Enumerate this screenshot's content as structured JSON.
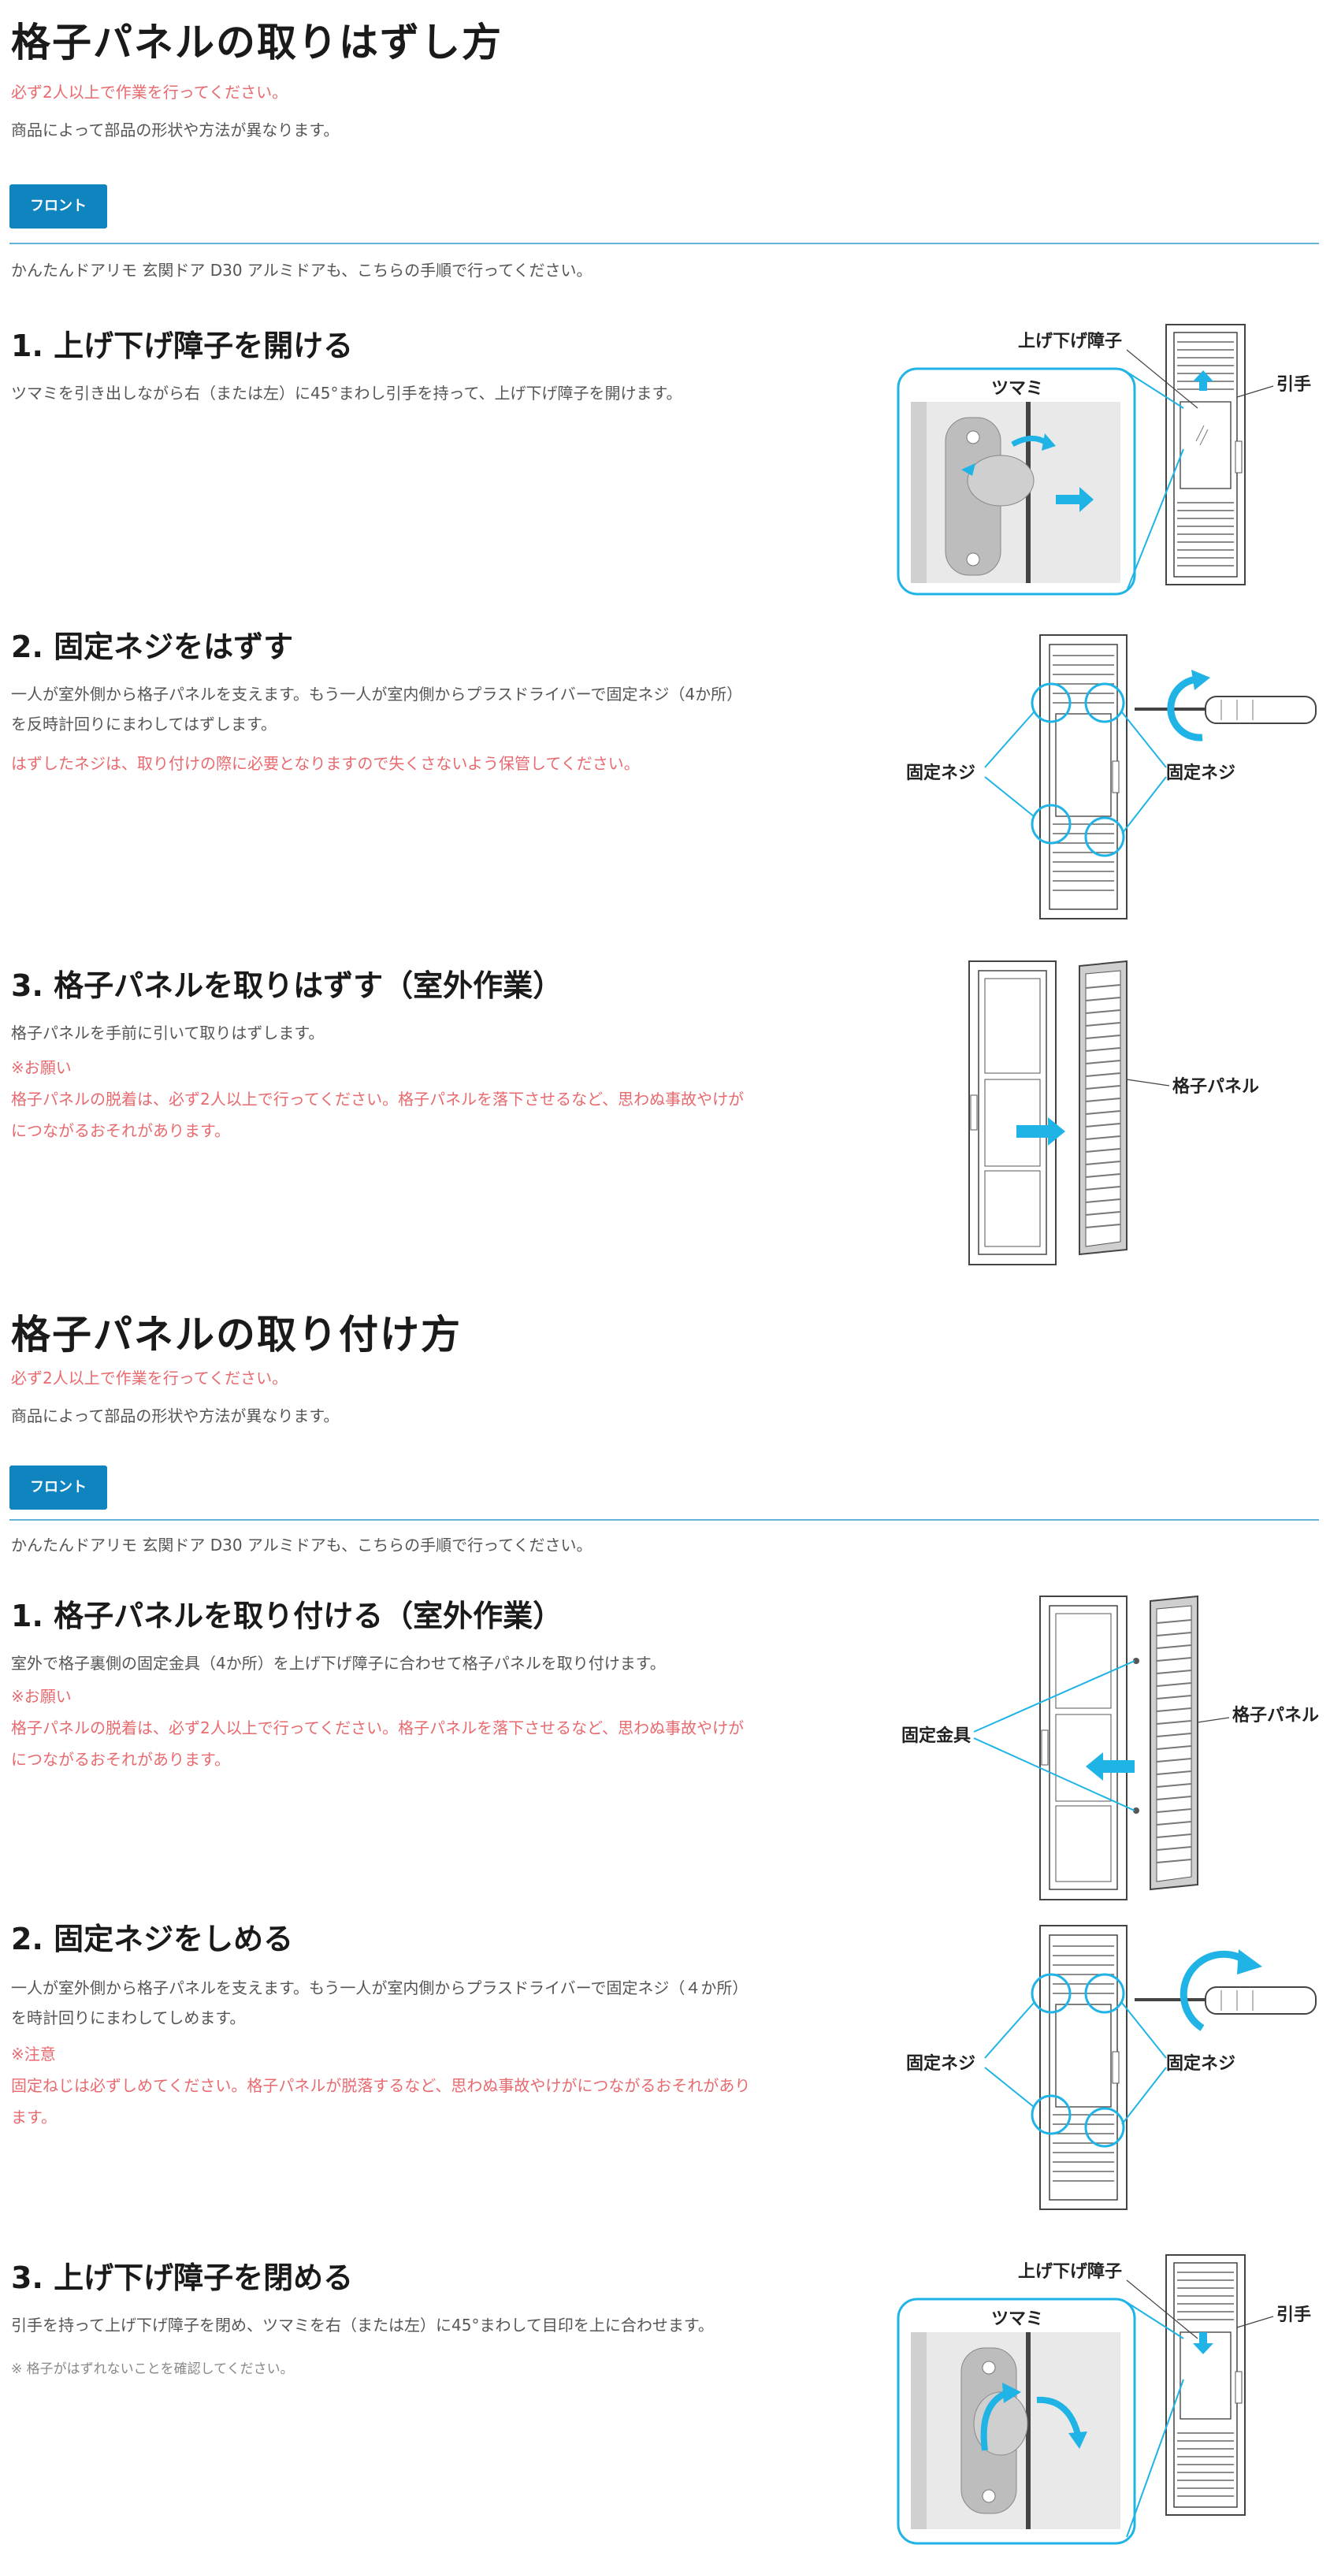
{
  "removal": {
    "title": "格子パネルの取りはずし方",
    "warning": "必ず2人以上で作業を行ってください。",
    "note": "商品によって部品の形状や方法が異なります。",
    "tab_label": "フロント",
    "applies_to": "かんたんドアリモ 玄関ドア D30 アルミドアも、こちらの手順で行ってください。",
    "steps": [
      {
        "heading": "1. 上げ下げ障子を開ける",
        "text": "ツマミを引き出しながら右（または左）に45°まわし引手を持って、上げ下げ障子を開けます。",
        "fig_labels": {
          "sash": "上げ下げ障子",
          "handle": "引手",
          "knob": "ツマミ"
        }
      },
      {
        "heading": "2. 固定ネジをはずす",
        "text_line1": "一人が室外側から格子パネルを支えます。もう一人が室内側からプラスドライバーで固定ネジ（4か所）",
        "text_line2": "を反時計回りにまわしてはずします。",
        "caution": "はずしたネジは、取り付けの際に必要となりますので失くさないよう保管してください。",
        "fig_labels": {
          "left": "固定ネジ",
          "right": "固定ネジ"
        }
      },
      {
        "heading": "3. 格子パネルを取りはずす（室外作業）",
        "text": "格子パネルを手前に引いて取りはずします。",
        "caution_title": "※お願い",
        "caution_line1": "格子パネルの脱着は、必ず2人以上で行ってください。格子パネルを落下させるなど、思わぬ事故やけが",
        "caution_line2": "につながるおそれがあります。",
        "fig_labels": {
          "panel": "格子パネル"
        }
      }
    ]
  },
  "install": {
    "title": "格子パネルの取り付け方",
    "warning": "必ず2人以上で作業を行ってください。",
    "note": "商品によって部品の形状や方法が異なります。",
    "tab_label": "フロント",
    "applies_to": "かんたんドアリモ 玄関ドア D30 アルミドアも、こちらの手順で行ってください。",
    "steps": [
      {
        "heading": "1. 格子パネルを取り付ける（室外作業）",
        "text": "室外で格子裏側の固定金具（4か所）を上げ下げ障子に合わせて格子パネルを取り付けます。",
        "caution_title": "※お願い",
        "caution_line1": "格子パネルの脱着は、必ず2人以上で行ってください。格子パネルを落下させるなど、思わぬ事故やけが",
        "caution_line2": "につながるおそれがあります。",
        "fig_labels": {
          "bracket": "固定金具",
          "panel": "格子パネル"
        }
      },
      {
        "heading": "2. 固定ネジをしめる",
        "text_line1": "一人が室外側から格子パネルを支えます。もう一人が室内側からプラスドライバーで固定ネジ（４か所）",
        "text_line2": "を時計回りにまわしてしめます。",
        "caution_title": "※注意",
        "caution_line1": "固定ねじは必ずしめてください。格子パネルが脱落するなど、思わぬ事故やけがにつながるおそれがあり",
        "caution_line2": "ます。",
        "fig_labels": {
          "left": "固定ネジ",
          "right": "固定ネジ"
        }
      },
      {
        "heading": "3. 上げ下げ障子を閉める",
        "text": "引手を持って上げ下げ障子を閉め、ツマミを右（または左）に45°まわして目印を上に合わせます。",
        "note": "※ 格子がはずれないことを確認してください。",
        "fig_labels": {
          "sash": "上げ下げ障子",
          "handle": "引手",
          "knob": "ツマミ"
        }
      }
    ]
  },
  "colors": {
    "accent": "#0f84bf",
    "warning": "#e86a6f",
    "figure_cyan": "#1fb3e6"
  }
}
